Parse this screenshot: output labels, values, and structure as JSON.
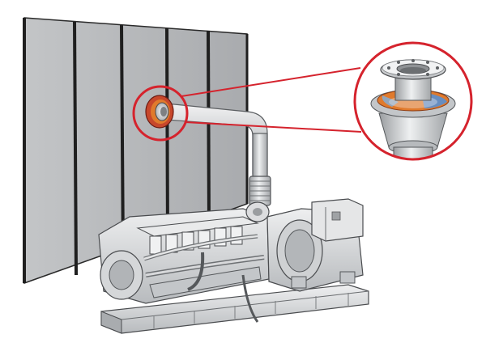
{
  "figure": {
    "subject": "generator-set-exhaust-wall-penetration",
    "icons": [
      "wall-panels",
      "exhaust-pipe",
      "diesel-engine",
      "alternator",
      "base-frame",
      "callout-circle",
      "callout-magnifier",
      "flange-seal-detail"
    ]
  },
  "colors": {
    "background": "#ffffff",
    "wall": "#b7b9bb",
    "wall_dark": "#9ea0a3",
    "wall_seam": "#1f1f1f",
    "metal_light": "#e3e4e5",
    "metal_mid": "#c4c6c8",
    "metal_dark": "#8d9093",
    "outline": "#4a4c4f",
    "callout_red": "#d5232d",
    "seal_orange": "#e07a2c",
    "seal_blue": "#5a8fd0"
  }
}
